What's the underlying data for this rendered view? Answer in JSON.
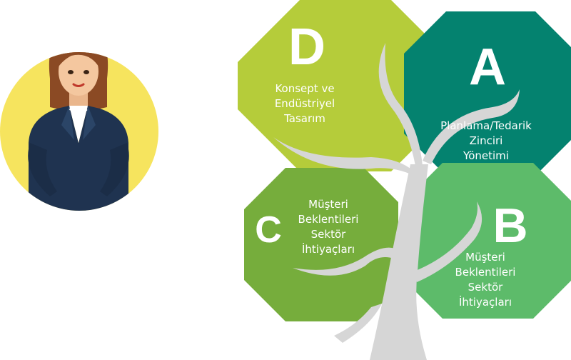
{
  "colors": {
    "d": "#b5cc3a",
    "a": "#04826f",
    "c": "#76ad3c",
    "b": "#5dbb6a",
    "trunk": "#d6d6d6",
    "avatar_bg": "#f6e45e",
    "suit": "#1f3350",
    "hair": "#8b4a24",
    "skin": "#f4c79f"
  },
  "segments": [
    {
      "letter": "D",
      "lines": [
        "Konsept ve",
        "Endüstriyel",
        "Tasarım"
      ]
    },
    {
      "letter": "A",
      "lines": [
        "Planlama/Tedarik",
        "Zinciri",
        "Yönetimi"
      ]
    },
    {
      "letter": "C",
      "lines": [
        "Müşteri",
        "Beklentileri",
        "Sektör",
        "İhtiyaçları"
      ]
    },
    {
      "letter": "B",
      "lines": [
        "Müşteri",
        "Beklentileri",
        "Sektör",
        "İhtiyaçları"
      ]
    }
  ]
}
